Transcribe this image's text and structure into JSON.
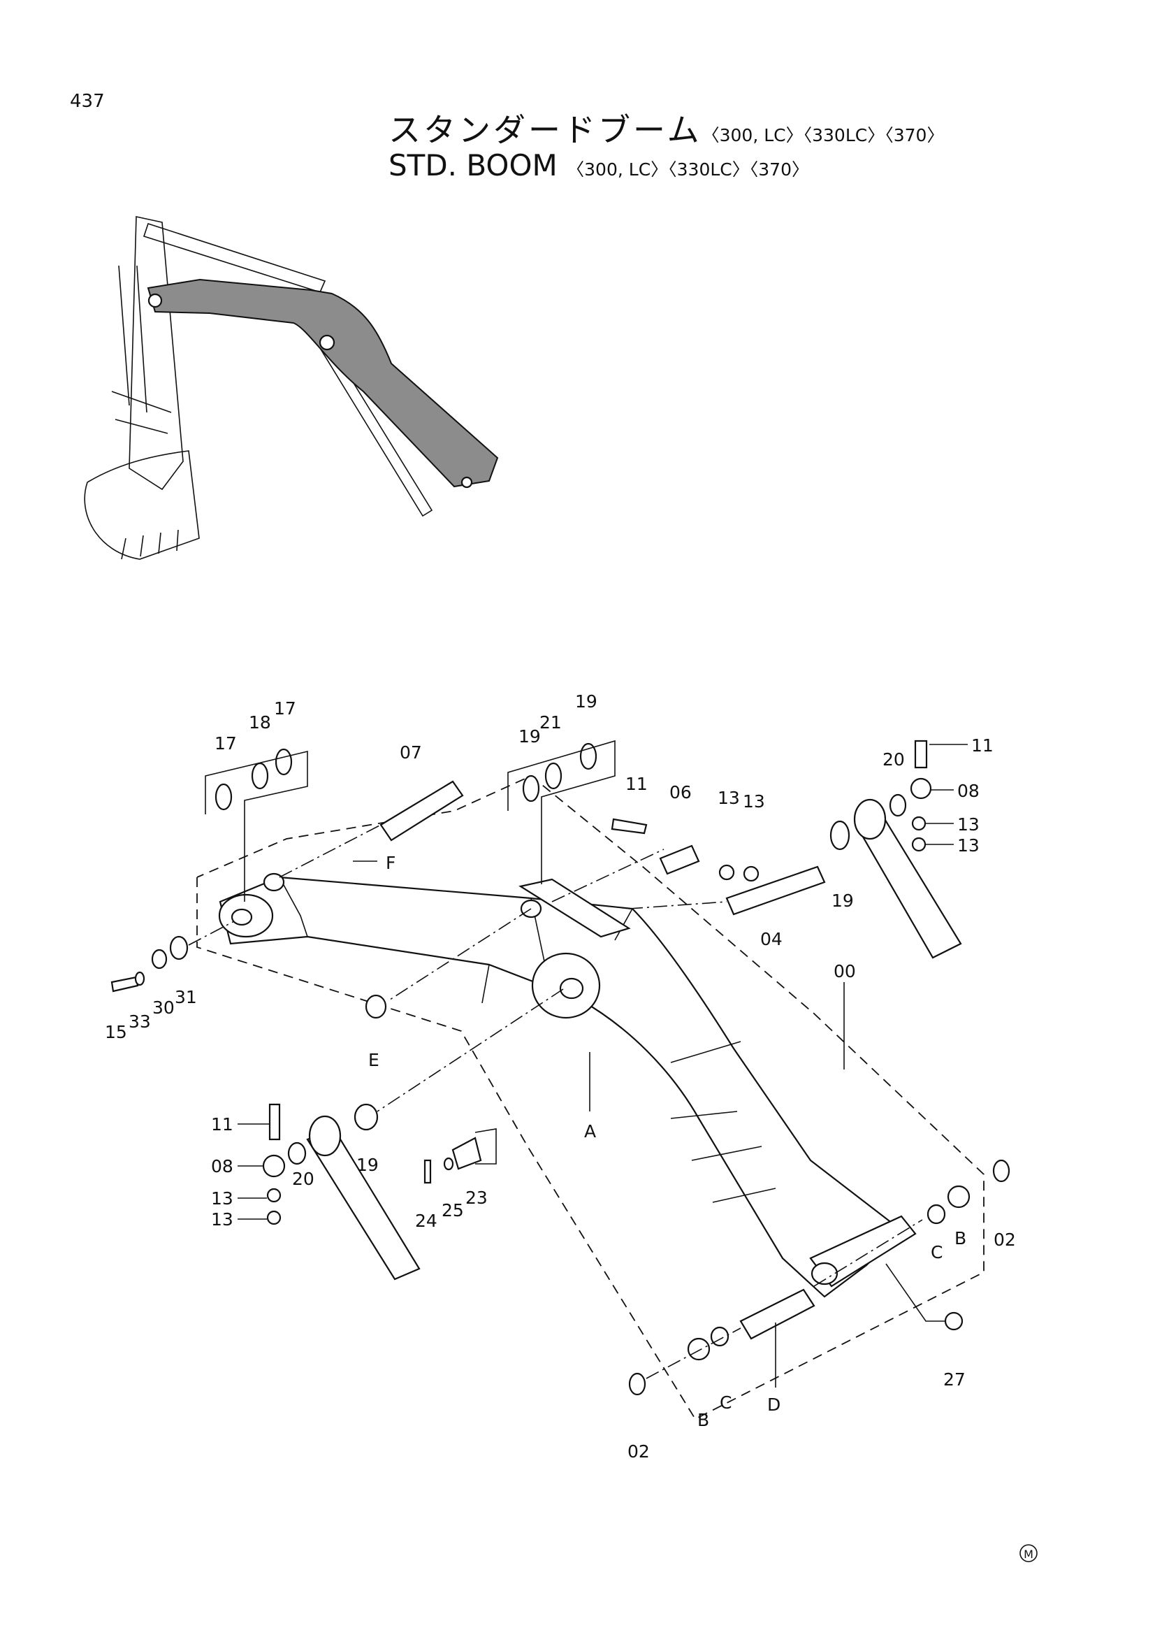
{
  "page": {
    "number": "437"
  },
  "title": {
    "jp": "スタンダードブーム",
    "en": "STD. BOOM",
    "variants": "〈300, LC〉〈330LC〉〈370〉"
  },
  "callouts": {
    "top_left": [
      "17",
      "18",
      "17",
      "07",
      "F"
    ],
    "left_pin_end": [
      "15",
      "33",
      "30",
      "31",
      "E"
    ],
    "top_center": [
      "19",
      "21",
      "19",
      "11",
      "06",
      "13",
      "13"
    ],
    "top_right": [
      "11",
      "20",
      "08",
      "13",
      "13",
      "19",
      "04",
      "00"
    ],
    "lower_left": [
      "11",
      "08",
      "13",
      "13",
      "20",
      "19",
      "24",
      "25",
      "23",
      "A"
    ],
    "foot": [
      "02",
      "B",
      "C",
      "02",
      "C",
      "B",
      "D",
      "27"
    ]
  },
  "mark": "M"
}
